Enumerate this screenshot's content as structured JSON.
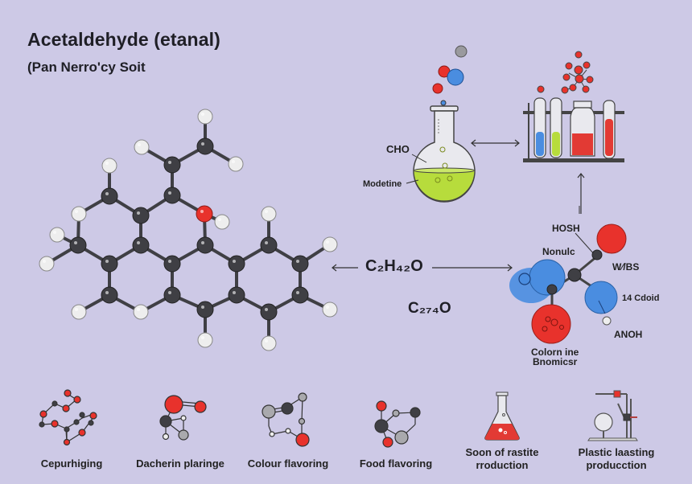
{
  "header": {
    "title": "Acetaldehyde (etanal)",
    "subtitle": "(Pan Nerro'cy Soit"
  },
  "colors": {
    "background": "#cdc9e6",
    "carbon": "#3f3f44",
    "hydrogen": "#eeeeee",
    "oxygen": "#e8322c",
    "blue": "#4a8de0",
    "green_liquid": "#b7dc3c",
    "red_liquid": "#e23a34"
  },
  "flask": {
    "label_top": "CHO",
    "label_bottom": "Modetine"
  },
  "formulas": {
    "main": "C₂H₄₂O",
    "secondary": "C₂₇₄O"
  },
  "model3d": {
    "labels": [
      "HOSH",
      "Nonulc",
      "W⁄/BS",
      "14 Cdoid",
      "ANOH",
      "Colorn ine",
      "Bnomicsr"
    ]
  },
  "applications": [
    {
      "label": "Cepurhiging"
    },
    {
      "label": "Dacherin plaringe"
    },
    {
      "label": "Colour flavoring"
    },
    {
      "label": "Food flavoring"
    },
    {
      "label": "Soon of rastite",
      "label2": "rroduction"
    },
    {
      "label": "Plastic laasting",
      "label2": "producction"
    }
  ]
}
